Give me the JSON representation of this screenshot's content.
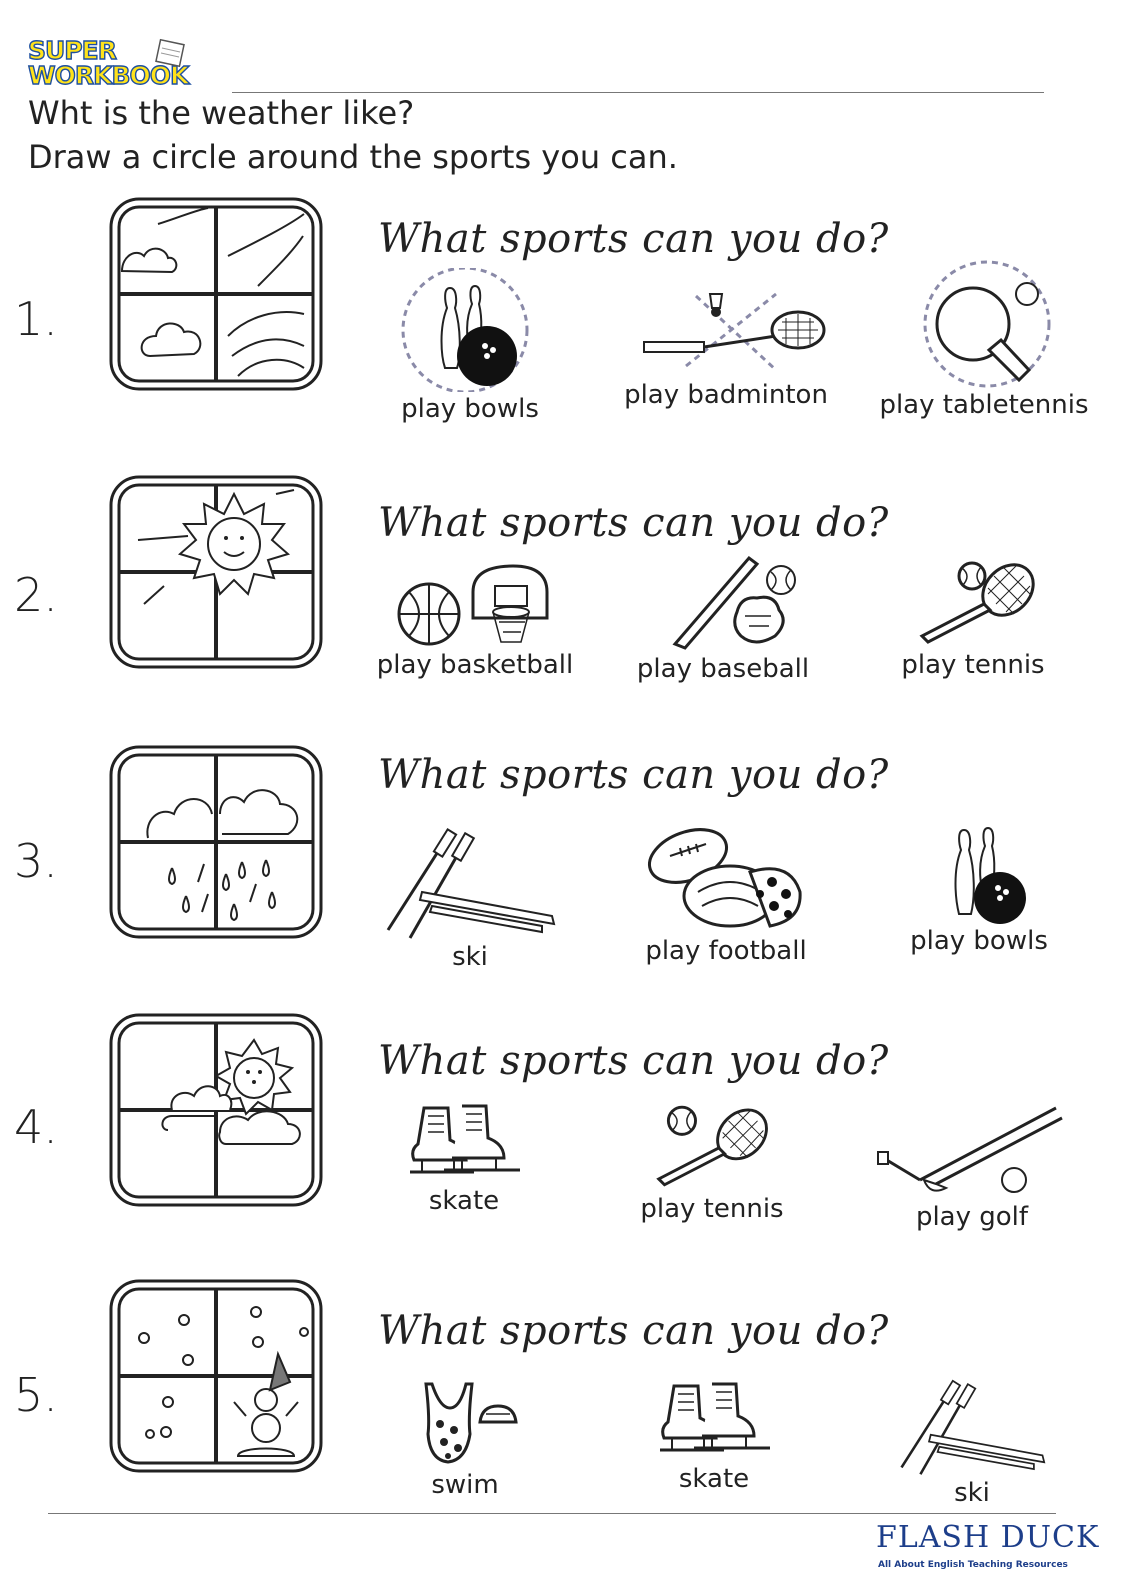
{
  "header": {
    "logo_line1": "SUPER",
    "logo_line2": "WORKBOOK",
    "instruction1": "Wht is the weather like?",
    "instruction2": "Draw a circle around the sports you can."
  },
  "questions": [
    {
      "number": "1.",
      "weather": "cloudy-windy-icon",
      "title": "What sports can you do?",
      "options": [
        {
          "label": "play bowls",
          "icon": "bowling-icon"
        },
        {
          "label": "play badminton",
          "icon": "badminton-icon"
        },
        {
          "label": "play tabletennis",
          "icon": "table-tennis-icon"
        }
      ]
    },
    {
      "number": "2.",
      "weather": "sunny-icon",
      "title": "What sports can you do?",
      "options": [
        {
          "label": "play basketball",
          "icon": "basketball-icon"
        },
        {
          "label": "play baseball",
          "icon": "baseball-icon"
        },
        {
          "label": "play tennis",
          "icon": "tennis-icon"
        }
      ]
    },
    {
      "number": "3.",
      "weather": "rainy-icon",
      "title": "What sports can you do?",
      "options": [
        {
          "label": "ski",
          "icon": "ski-icon"
        },
        {
          "label": "play football",
          "icon": "football-icon"
        },
        {
          "label": "play bowls",
          "icon": "bowling-icon"
        }
      ]
    },
    {
      "number": "4.",
      "weather": "partly-cloudy-icon",
      "title": "What sports can you do?",
      "options": [
        {
          "label": "skate",
          "icon": "skate-icon"
        },
        {
          "label": "play tennis",
          "icon": "tennis-icon"
        },
        {
          "label": "play golf",
          "icon": "golf-icon"
        }
      ]
    },
    {
      "number": "5.",
      "weather": "snowy-icon",
      "title": "What sports can you do?",
      "options": [
        {
          "label": "swim",
          "icon": "swim-icon"
        },
        {
          "label": "skate",
          "icon": "skate-icon"
        },
        {
          "label": "ski",
          "icon": "ski-icon"
        }
      ]
    }
  ],
  "footer": {
    "brand": "FLASH DUCK",
    "brand_tagline": "All About English Teaching Resources"
  }
}
